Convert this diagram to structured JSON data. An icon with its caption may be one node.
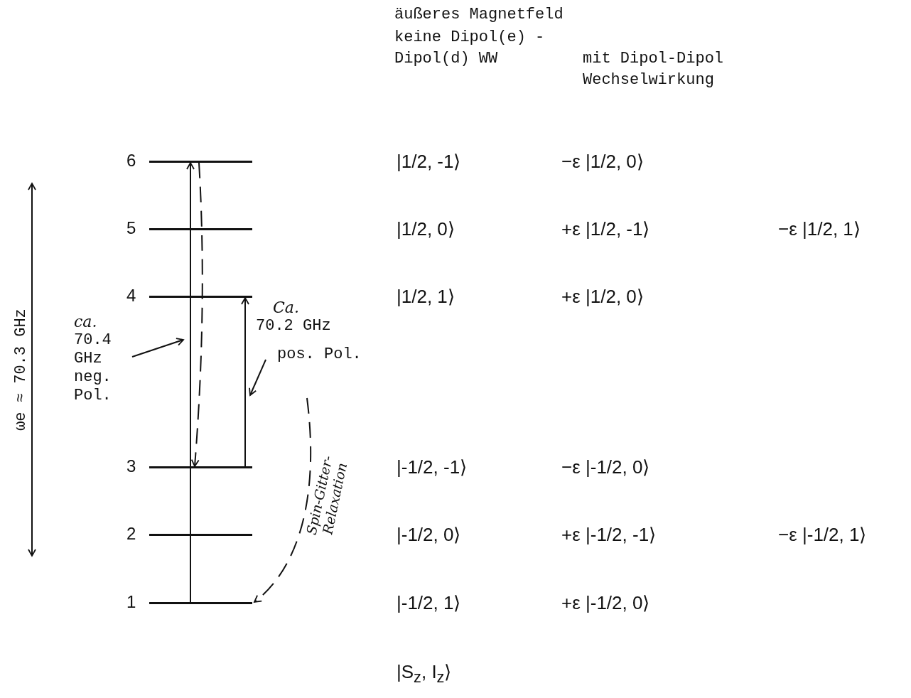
{
  "diagram": {
    "nodes": [
      {
        "text": [
          "6"
        ]
      },
      {
        "text": [
          "5"
        ]
      },
      {
        "text": [
          "4"
        ]
      },
      {
        "text": [
          "3"
        ]
      },
      {
        "text": [
          "2"
        ]
      },
      {
        "text": [
          "1"
        ]
      },
      {
        "text": [
          "ca.",
          "70.4 GHz neg. Pol."
        ]
      },
      {
        "text": [
          "Ca.",
          "70.2 GHz",
          "pos. Pol."
        ]
      }
    ],
    "edges": [
      {
        "from": 5,
        "to": 0,
        "arrow": "to"
      },
      {
        "from": 0,
        "to": 3,
        "arrow": "to",
        "style": "dashed"
      },
      {
        "from": 3,
        "to": 2,
        "arrow": "to"
      },
      {
        "from": 6,
        "to": null,
        "arrow": "to"
      },
      {
        "from": 7,
        "to": null,
        "arrow": "to"
      },
      {
        "from": null,
        "to": 5,
        "arrow": "to",
        "style": "dashed",
        "label": "Spin-Gitter-Relaxation"
      }
    ],
    "labels": [
      "äußeres Magnetfeld",
      "keine Dipol(e) - Dipol(d) WW",
      "mit Dipol-Dipol Wechselwirkung",
      "ωe ≈ 70.3 GHz",
      "|1/2, -1⟩",
      "−ε |1/2, 0⟩",
      "|1/2, 0⟩",
      "+ε |1/2, -1⟩",
      "−ε |1/2, 1⟩",
      "|1/2, 1⟩",
      "+ε |1/2, 0⟩",
      "|-1/2, -1⟩",
      "−ε |-1/2, 0⟩",
      "|-1/2, 0⟩",
      "+ε |-1/2, -1⟩",
      "−ε |-1/2, 1⟩",
      "|-1/2, 1⟩",
      "+ε |-1/2, 0⟩",
      "|S$_{z}$, I$_{z}$⟩"
    ]
  }
}
